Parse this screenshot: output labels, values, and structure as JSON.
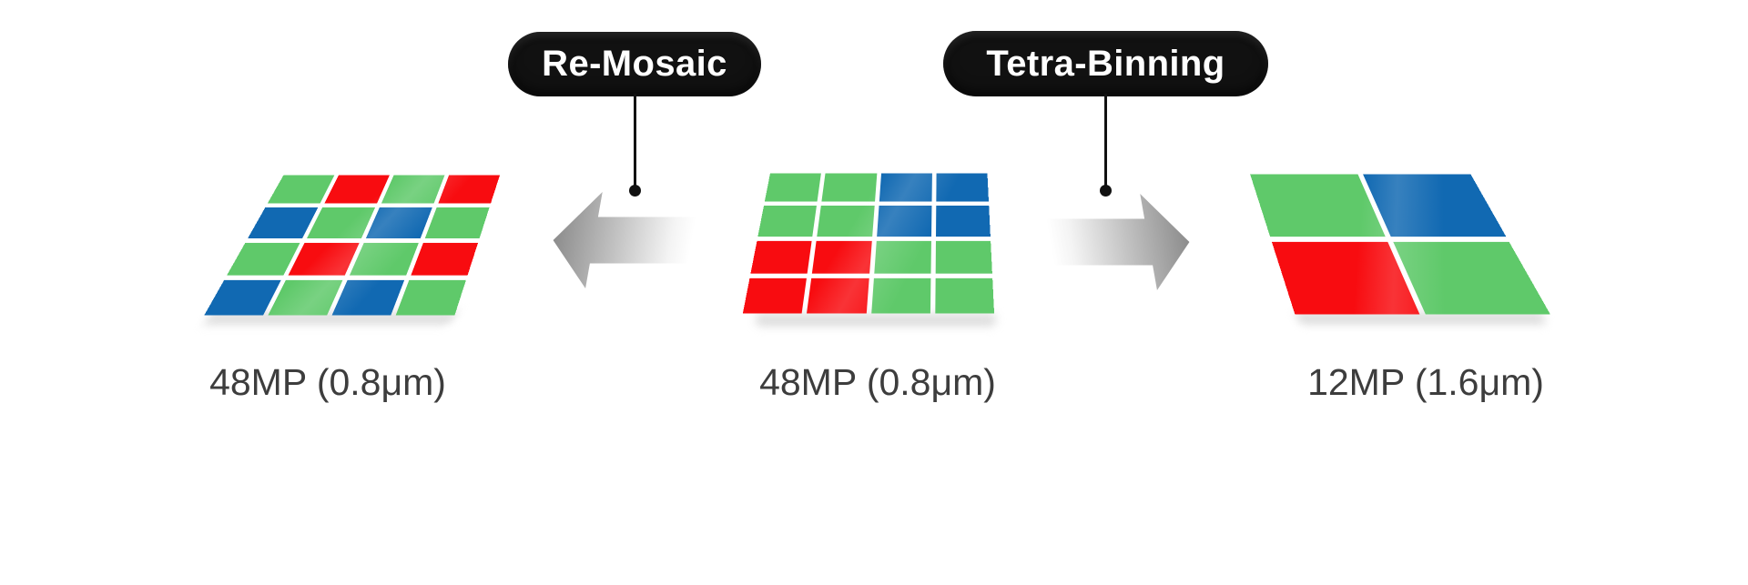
{
  "diagram": {
    "badges": [
      {
        "label": "Re-Mosaic"
      },
      {
        "label": "Tetra-Binning"
      }
    ],
    "sensors": [
      {
        "label": "48MP (0.8μm)",
        "grid": "4x4",
        "pattern": [
          [
            "G",
            "R",
            "G",
            "R"
          ],
          [
            "B",
            "G",
            "B",
            "G"
          ],
          [
            "G",
            "R",
            "G",
            "R"
          ],
          [
            "B",
            "G",
            "B",
            "G"
          ]
        ]
      },
      {
        "label": "48MP (0.8μm)",
        "grid": "4x4",
        "pattern": [
          [
            "G",
            "G",
            "B",
            "B"
          ],
          [
            "G",
            "G",
            "B",
            "B"
          ],
          [
            "R",
            "R",
            "G",
            "G"
          ],
          [
            "R",
            "R",
            "G",
            "G"
          ]
        ]
      },
      {
        "label": "12MP (1.6μm)",
        "grid": "2x2",
        "pattern": [
          [
            "G",
            "B"
          ],
          [
            "R",
            "G"
          ]
        ]
      }
    ],
    "palette": {
      "G": "#5fc96a",
      "R": "#f80c10",
      "B": "#1169b2"
    },
    "colors": {
      "badge_bg": "#111111",
      "badge_text": "#ffffff",
      "label_text": "#3d3d3d",
      "arrow_gray": "#8c8c8c",
      "connector": "#111111",
      "background": "#ffffff"
    },
    "arrows": [
      {
        "direction": "left"
      },
      {
        "direction": "right"
      }
    ]
  }
}
